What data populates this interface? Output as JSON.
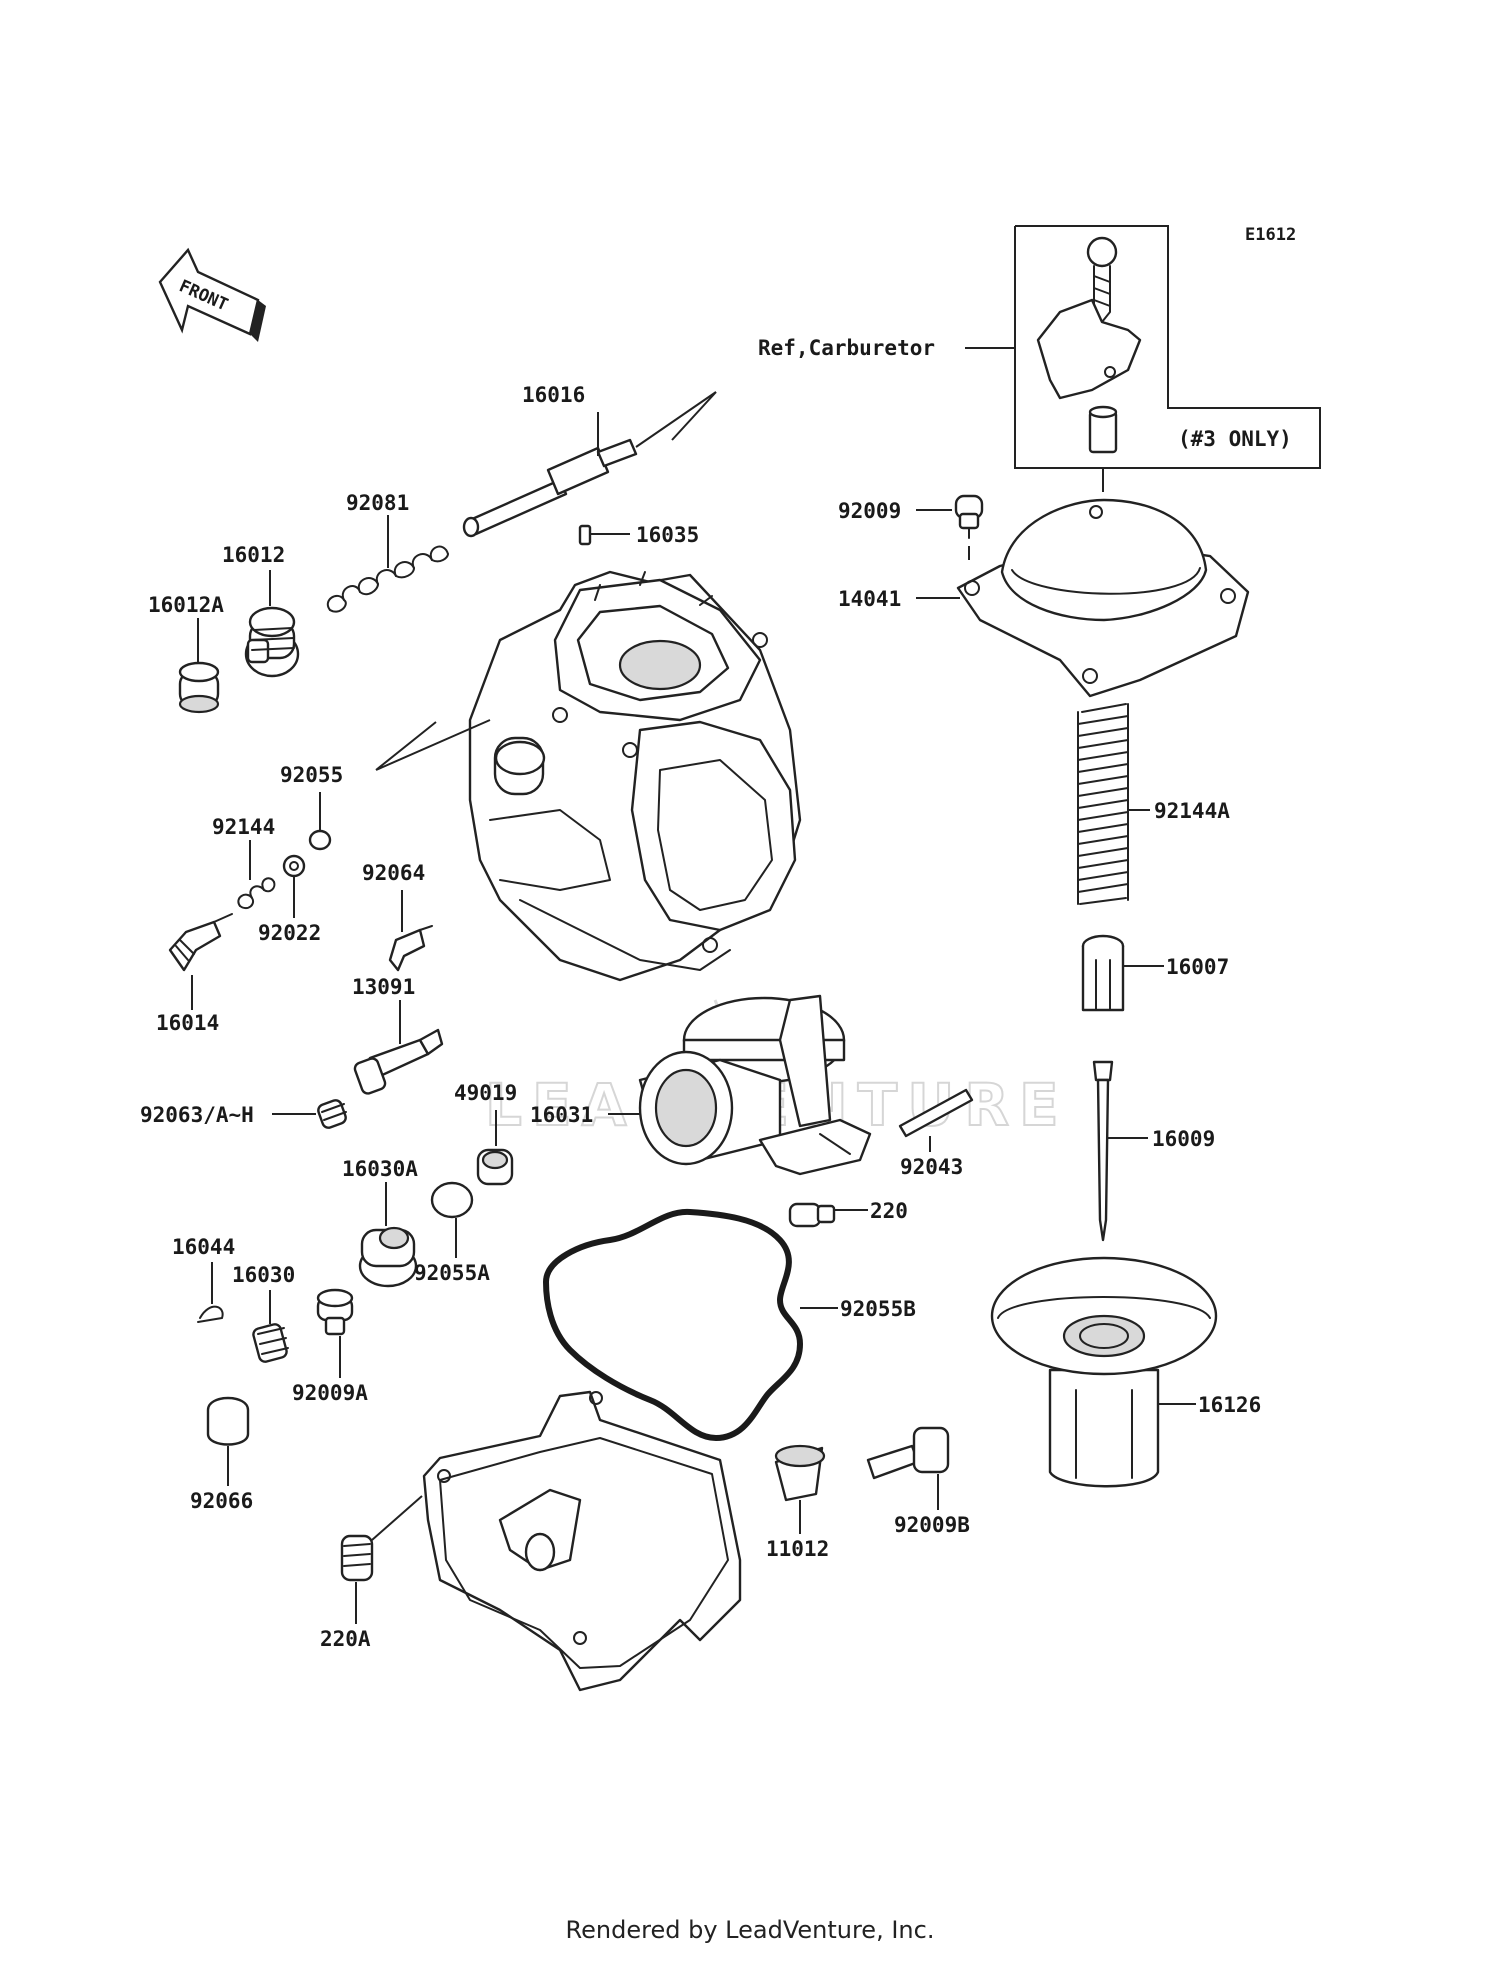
{
  "diagram": {
    "code": "E1612",
    "front_label": "FRONT",
    "ref_label": "Ref,Carburetor",
    "note_label": "(#3 ONLY)",
    "watermark": "LEADVENTURE",
    "parts": [
      "16016",
      "92081",
      "16012",
      "16012A",
      "16035",
      "92055",
      "92144",
      "92022",
      "92064",
      "16014",
      "13091",
      "92063/A~H",
      "49019",
      "16031",
      "16030A",
      "92055A",
      "16044",
      "16030",
      "92009A",
      "92066",
      "220A",
      "92009",
      "14041",
      "92144A",
      "16007",
      "16009",
      "92043",
      "220",
      "92055B",
      "16126",
      "11012",
      "92009B"
    ]
  },
  "footer": {
    "text": "Rendered by LeadVenture, Inc."
  }
}
